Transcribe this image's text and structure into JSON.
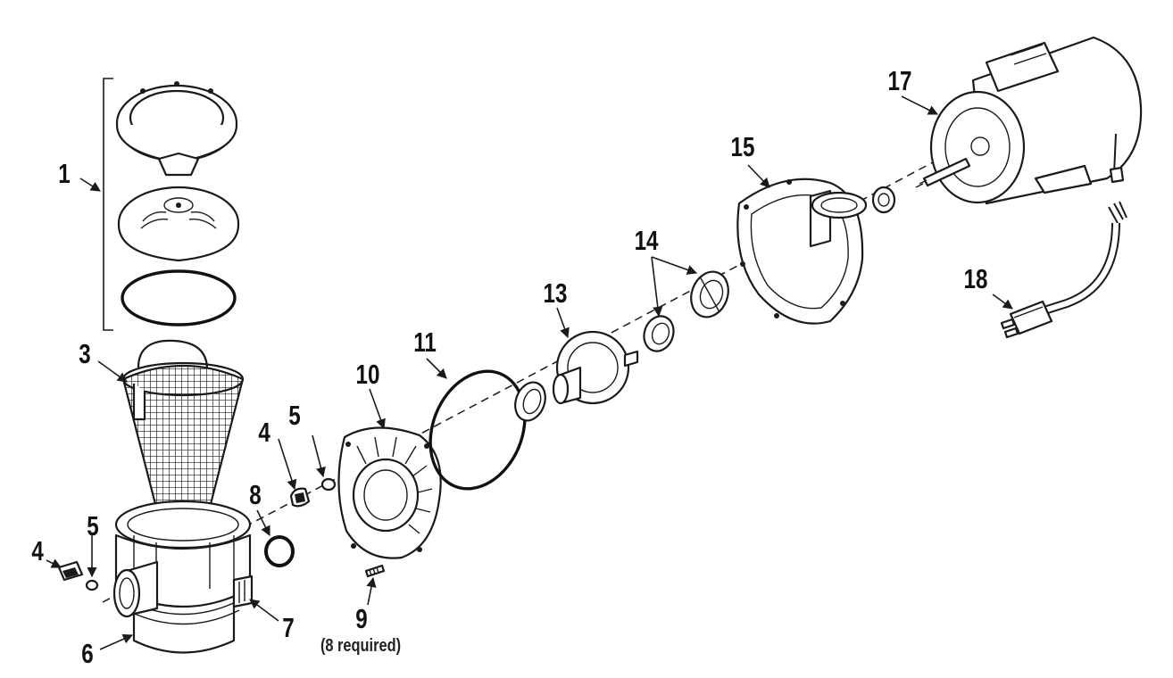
{
  "callouts": [
    {
      "id": "1",
      "label": "1"
    },
    {
      "id": "3",
      "label": "3"
    },
    {
      "id": "4a",
      "label": "4"
    },
    {
      "id": "4b",
      "label": "4"
    },
    {
      "id": "5a",
      "label": "5"
    },
    {
      "id": "5b",
      "label": "5"
    },
    {
      "id": "6",
      "label": "6"
    },
    {
      "id": "7",
      "label": "7"
    },
    {
      "id": "8",
      "label": "8"
    },
    {
      "id": "9",
      "label": "9"
    },
    {
      "id": "10",
      "label": "10"
    },
    {
      "id": "11",
      "label": "11"
    },
    {
      "id": "13",
      "label": "13"
    },
    {
      "id": "14",
      "label": "14"
    },
    {
      "id": "15",
      "label": "15"
    },
    {
      "id": "17",
      "label": "17"
    },
    {
      "id": "18",
      "label": "18"
    }
  ],
  "notes": {
    "part9_quantity": "(8 required)"
  },
  "colors": {
    "line": "#1a1a1a",
    "background": "#ffffff"
  }
}
